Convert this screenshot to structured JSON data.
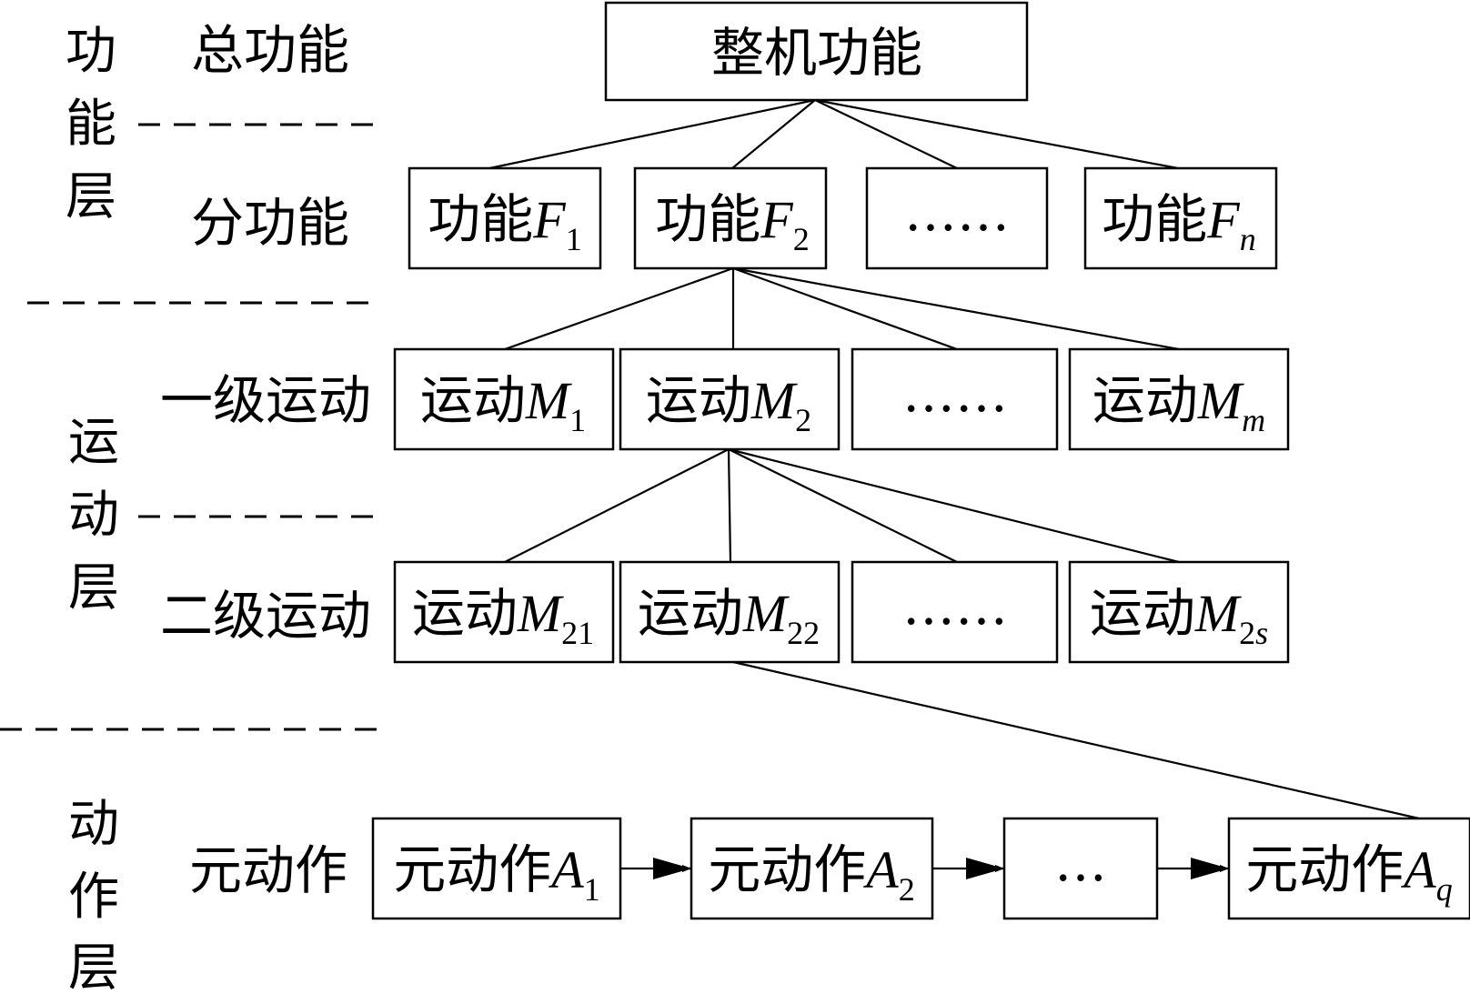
{
  "layers": [
    {
      "label": "功能层",
      "sublevels": [
        {
          "label": "总功能"
        },
        {
          "label": "分功能"
        }
      ]
    },
    {
      "label": "运动层",
      "sublevels": [
        {
          "label": "一级运动"
        },
        {
          "label": "二级运动"
        }
      ]
    },
    {
      "label": "动作层",
      "sublevels": [
        {
          "label": "元动作"
        }
      ]
    }
  ],
  "root": {
    "label": "整机功能"
  },
  "functions": [
    {
      "prefix": "功能",
      "var": "F",
      "sub": "1"
    },
    {
      "prefix": "功能",
      "var": "F",
      "sub": "2"
    },
    {
      "ellipsis": "……"
    },
    {
      "prefix": "功能",
      "var": "F",
      "sub": "n",
      "sub_italic": true
    }
  ],
  "motions_l1": [
    {
      "prefix": "运动",
      "var": "M",
      "sub": "1"
    },
    {
      "prefix": "运动",
      "var": "M",
      "sub": "2"
    },
    {
      "ellipsis": "……"
    },
    {
      "prefix": "运动",
      "var": "M",
      "sub": "m",
      "sub_italic": true
    }
  ],
  "motions_l2": [
    {
      "prefix": "运动",
      "var": "M",
      "sub": "21"
    },
    {
      "prefix": "运动",
      "var": "M",
      "sub": "22"
    },
    {
      "ellipsis": "……"
    },
    {
      "prefix": "运动",
      "var": "M",
      "sub": "2",
      "sub_tail": "s"
    }
  ],
  "actions": [
    {
      "prefix": "元动作",
      "var": "A",
      "sub": "1"
    },
    {
      "prefix": "元动作",
      "var": "A",
      "sub": "2"
    },
    {
      "ellipsis": "…"
    },
    {
      "prefix": "元动作",
      "var": "A",
      "sub": "q",
      "sub_italic": true
    }
  ]
}
